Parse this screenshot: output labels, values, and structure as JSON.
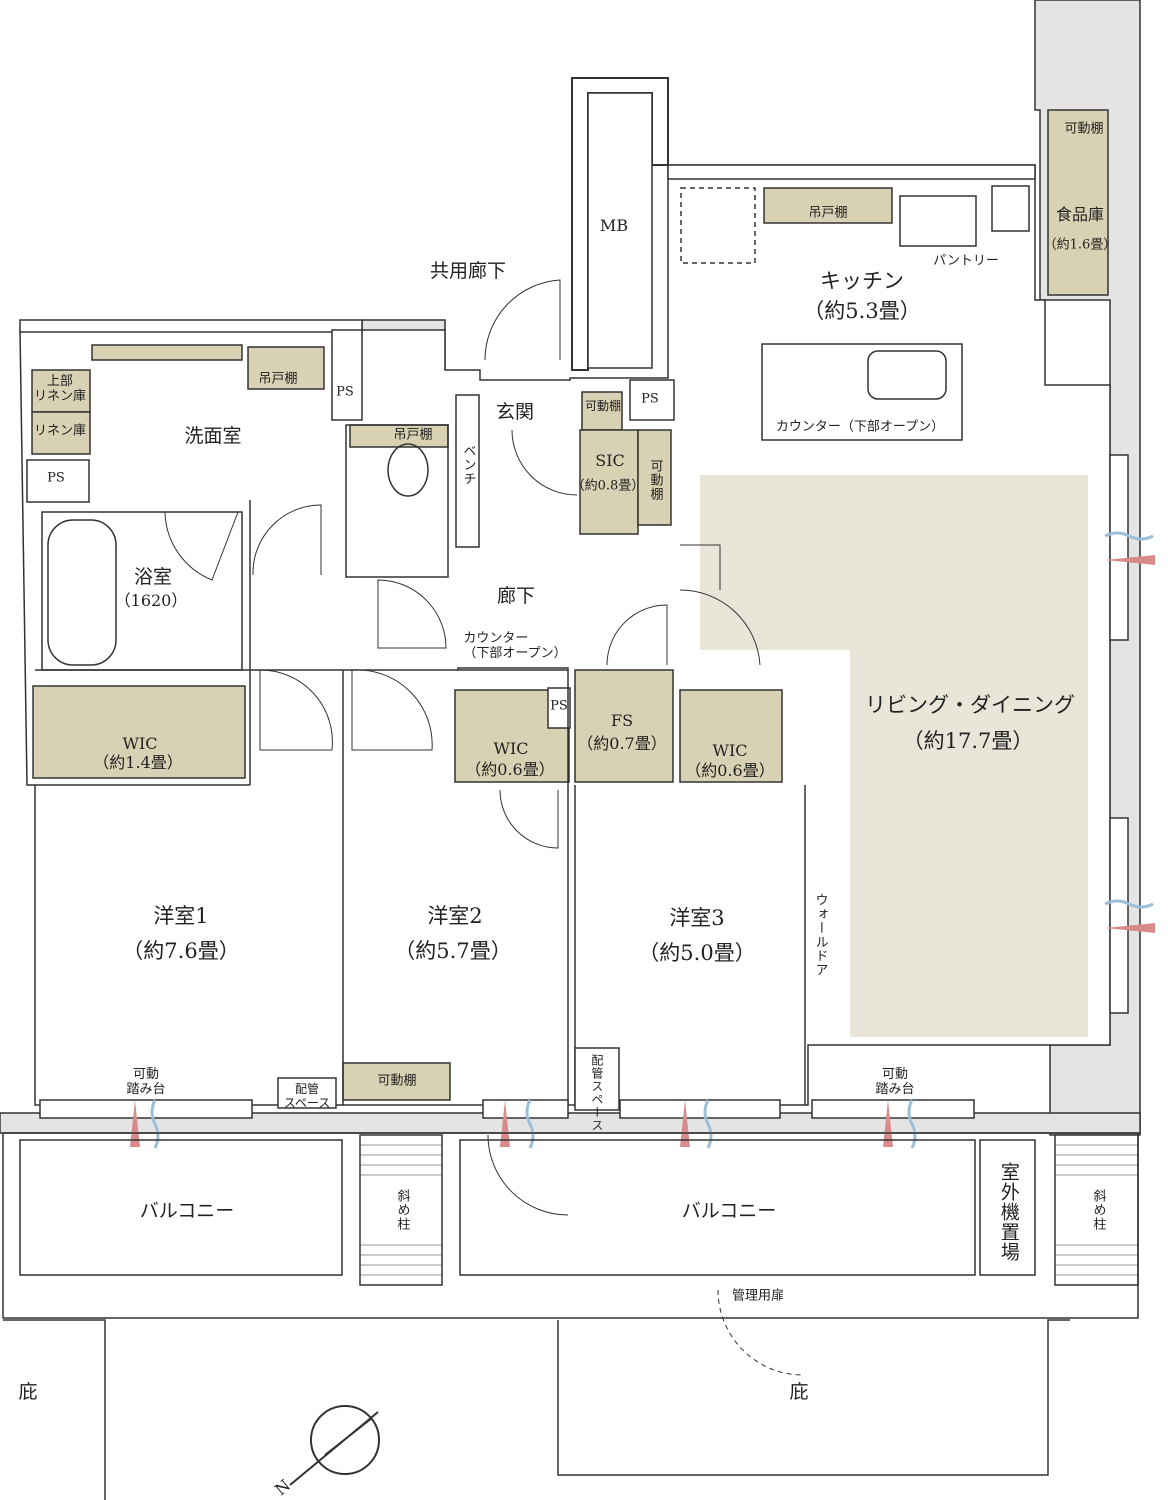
{
  "colors": {
    "storage": "#d9d1b3",
    "living": "#e9e6d9",
    "wall_grey": "#e4e4e4",
    "line": "#333333",
    "arrow_red": "#d98a8a",
    "arrow_blue": "#9bbfd8"
  },
  "labels": {
    "common_corridor": "共用廊下",
    "mb": "MB",
    "kitchen": "キッチン",
    "kitchen_area": "（約5.3畳）",
    "kitchen_hanging_shelf": "吊戸棚",
    "pantry": "パントリー",
    "pantry_shelf": "可動棚",
    "food_storage": "食品庫",
    "food_storage_area": "（約1.6畳）",
    "kitchen_counter": "カウンター（下部オープン）",
    "ps_entry": "PS",
    "entrance": "玄関",
    "sic_shelf": "可動棚",
    "sic": "SIC",
    "sic_area": "（約0.8畳）",
    "sic_side_shelf": "可動棚",
    "bench": "ベンチ",
    "upper_linen": "上部\nリネン庫",
    "linen": "リネン庫",
    "washroom": "洗面室",
    "wash_hanging_shelf": "吊戸棚",
    "ps_wash": "PS",
    "toilet_hanging_shelf": "吊戸棚",
    "ps_left": "PS",
    "bathroom": "浴室",
    "bathroom_size": "（1620）",
    "hallway": "廊下",
    "hall_counter": "カウンター\n（下部オープン）",
    "ps_mid": "PS",
    "wic2": "WIC",
    "wic2_area": "（約0.6畳）",
    "fs": "FS",
    "fs_area": "（約0.7畳）",
    "wic3": "WIC",
    "wic3_area": "（約0.6畳）",
    "wic1": "WIC",
    "wic1_area": "（約1.4畳）",
    "living": "リビング・ダイニング",
    "living_area": "（約17.7畳）",
    "room1": "洋室1",
    "room1_area": "（約7.6畳）",
    "room2": "洋室2",
    "room2_area": "（約5.7畳）",
    "room3": "洋室3",
    "room3_area": "（約5.0畳）",
    "wall_door": "ウォールドア",
    "step1": "可動\n踏み台",
    "pipe_space1": "配管\nスペース",
    "room2_shelf": "可動棚",
    "pipe_space2": "配管スペース",
    "step2": "可動\n踏み台",
    "balcony1": "バルコニー",
    "balcony2": "バルコニー",
    "diag_pillar1": "斜め柱",
    "outdoor_unit": "室外機置場",
    "diag_pillar2": "斜め柱",
    "service_door": "管理用扉",
    "eave1": "庇",
    "eave2": "庇",
    "north": "N"
  }
}
